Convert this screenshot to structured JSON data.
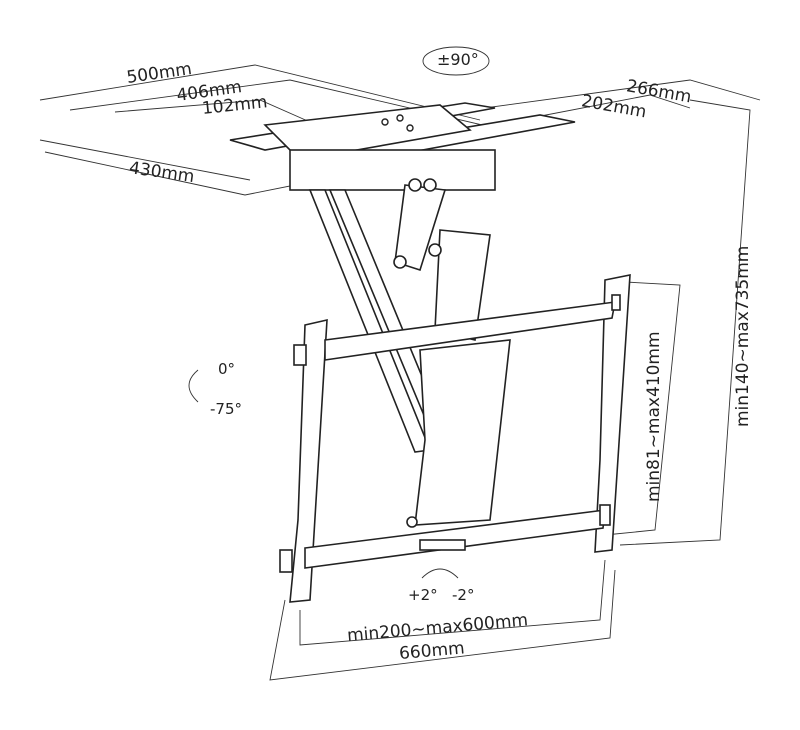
{
  "diagram": {
    "rotation_label": "±90°",
    "ceiling_plate": {
      "width_outer": "500mm",
      "width_mid": "406mm",
      "width_inner": "102mm",
      "depth_outer": "266mm",
      "depth_inner": "202mm",
      "arm_depth": "430mm"
    },
    "tilt": {
      "top": "0°",
      "bottom": "-75°"
    },
    "height_range": "min140~max735mm",
    "vertical_range": "min81~max410mm",
    "level_adjust": {
      "plus": "+2°",
      "minus": "-2°"
    },
    "width_range": "min200~max600mm",
    "frame_width": "660mm"
  }
}
